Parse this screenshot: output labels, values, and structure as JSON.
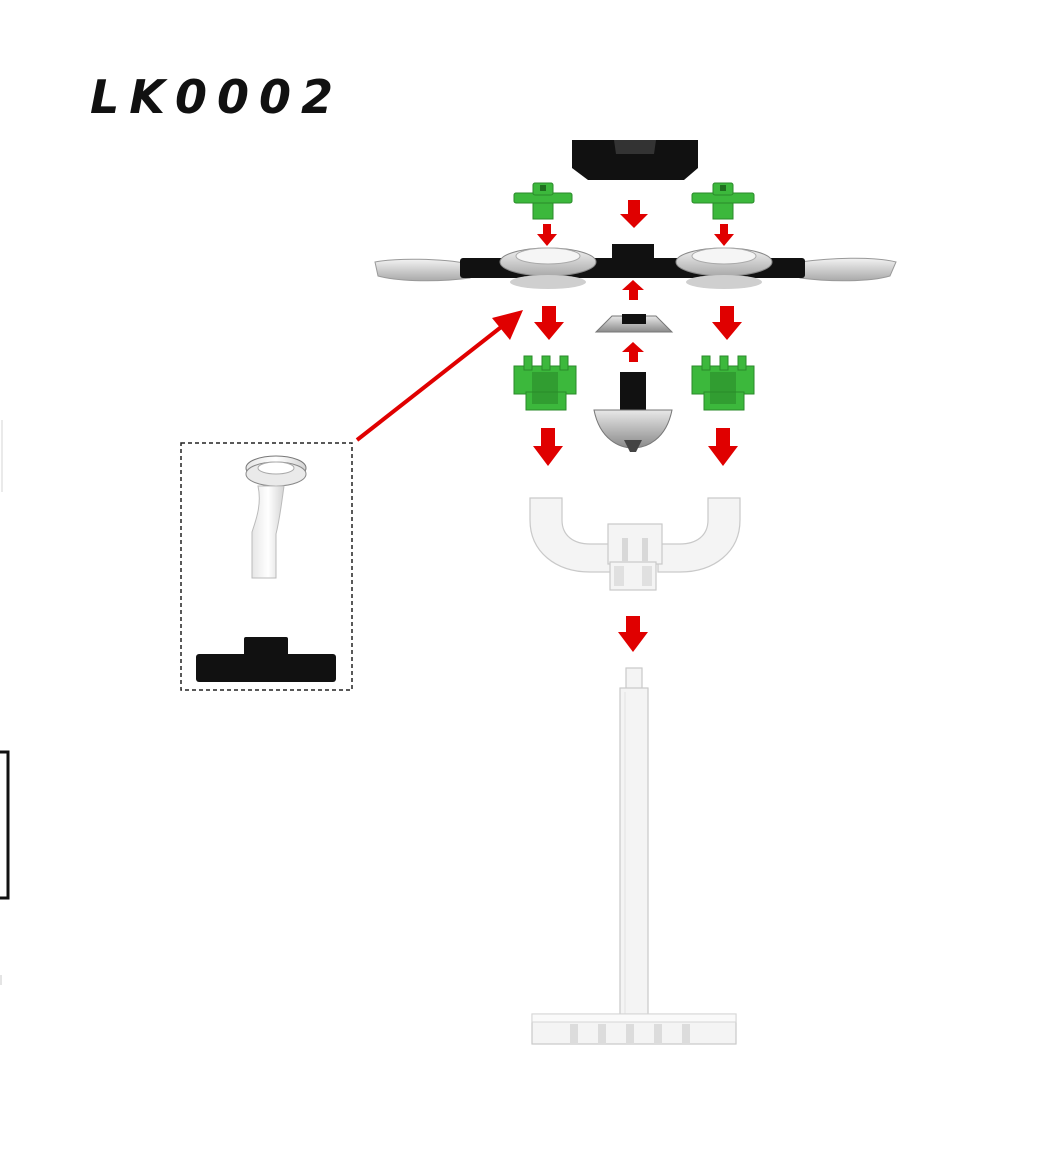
{
  "title": "LK0002",
  "colors": {
    "text": "#111111",
    "arrow": "#e00000",
    "black_part": "#111111",
    "green_part": "#3cb83c",
    "white_part": "#f4f4f4",
    "gray_part": "#cfcfcf",
    "dash_box": "#222222"
  },
  "parts": [
    "top-cap",
    "green-connector-small-left",
    "green-connector-small-right",
    "center-bar-with-hands",
    "center-cone-piece",
    "black-post-with-saucer",
    "green-connector-large-left",
    "green-connector-large-right",
    "white-u-bracket",
    "white-pole",
    "white-base-plate",
    "inset-clear-stem",
    "inset-black-base"
  ],
  "arrows": [
    {
      "direction": "down",
      "from": "top-cap",
      "to": "center-bar-with-hands"
    },
    {
      "direction": "down",
      "from": "green-connector-small-left",
      "to": "center-bar-with-hands"
    },
    {
      "direction": "down",
      "from": "green-connector-small-right",
      "to": "center-bar-with-hands"
    },
    {
      "direction": "down",
      "from": "center-bar-with-hands",
      "to": "green-connector-large-left"
    },
    {
      "direction": "down",
      "from": "center-bar-with-hands",
      "to": "green-connector-large-right"
    },
    {
      "direction": "up",
      "from": "center-cone-piece",
      "to": "center-bar-with-hands"
    },
    {
      "direction": "up",
      "from": "black-post-with-saucer",
      "to": "center-cone-piece"
    },
    {
      "direction": "down",
      "from": "green-connector-large-left",
      "to": "white-u-bracket"
    },
    {
      "direction": "down",
      "from": "green-connector-large-right",
      "to": "white-u-bracket"
    },
    {
      "direction": "down",
      "from": "white-u-bracket",
      "to": "white-pole"
    },
    {
      "direction": "diagonal",
      "from": "inset-box",
      "to": "center-bar-with-hands"
    }
  ]
}
